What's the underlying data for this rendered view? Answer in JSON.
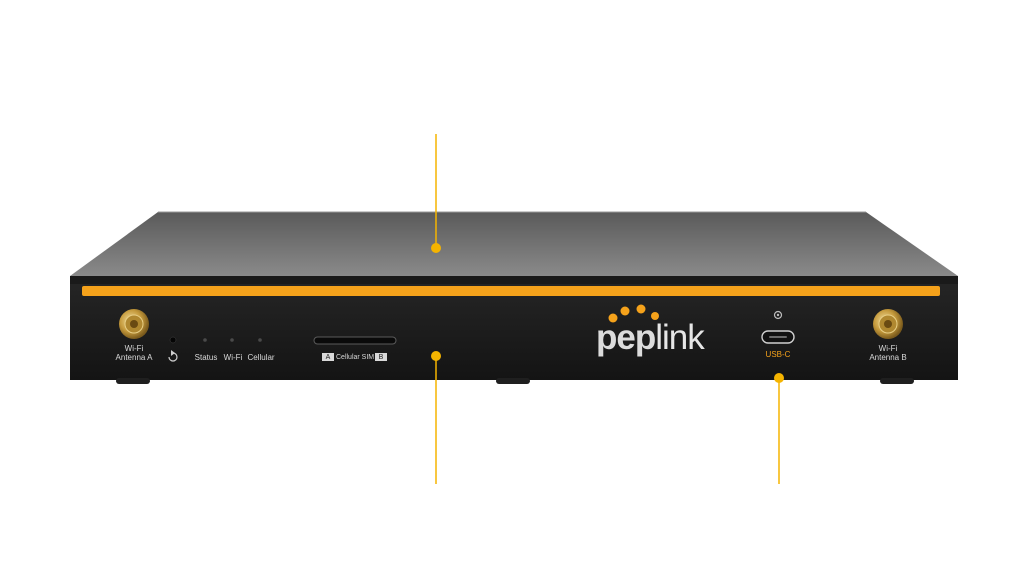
{
  "brand": {
    "logo_bold": "pep",
    "logo_light": "link"
  },
  "labels": {
    "wifi_antenna_a_line1": "Wi-Fi",
    "wifi_antenna_a_line2": "Antenna A",
    "status": "Status",
    "wifi": "Wi-Fi",
    "cellular": "Cellular",
    "sim_a": "A",
    "cellular_sim": "Cellular SIM",
    "sim_b": "B",
    "usb_c": "USB-C",
    "wifi_antenna_b_line1": "Wi-Fi",
    "wifi_antenna_b_line2": "Antenna B"
  },
  "colors": {
    "accent": "#f5a21b",
    "callout": "#f5b400",
    "body": "#1c1c1c",
    "top": "#6e6e6e"
  },
  "icons": {
    "reset": "reset-icon",
    "lock": "lock-icon",
    "antenna": "sma-connector-icon"
  }
}
